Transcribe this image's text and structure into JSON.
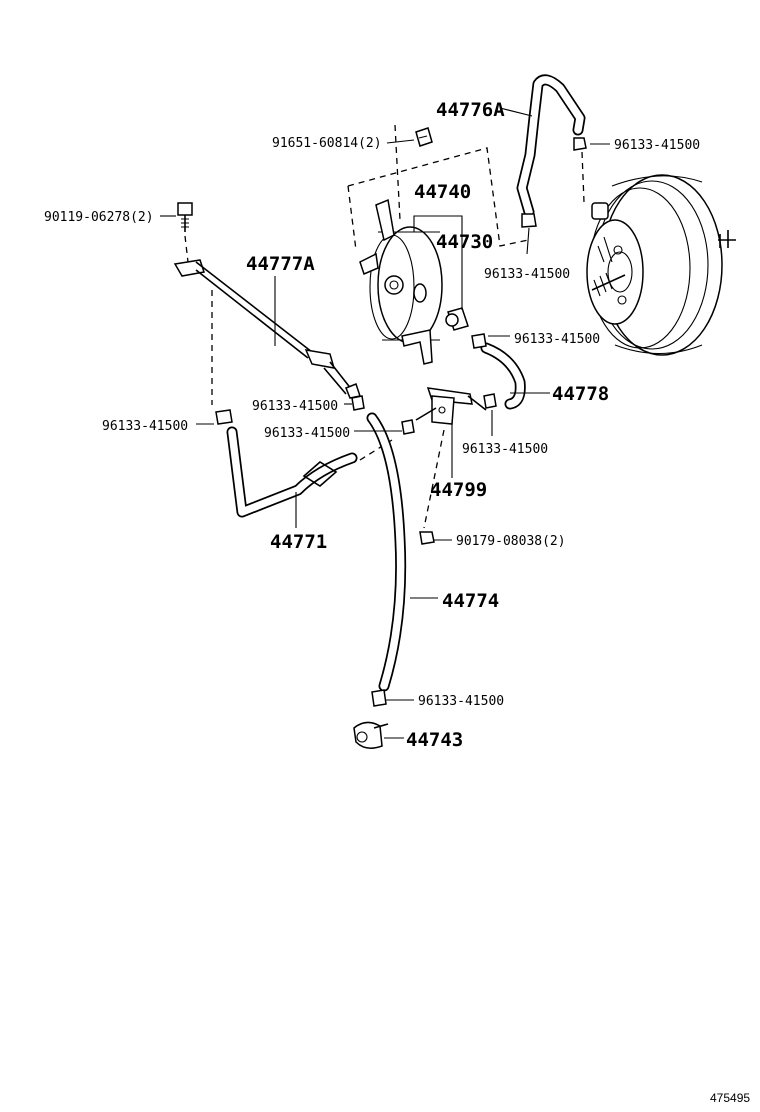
{
  "labels": {
    "p44776A": "44776A",
    "p91651": "91651-60814(2)",
    "p96133_top": "96133-41500",
    "p90119": "90119-06278(2)",
    "p44740": "44740",
    "p44730": "44730",
    "p96133_mid": "96133-41500",
    "p44777A": "44777A",
    "p96133_valve": "96133-41500",
    "p44778": "44778",
    "p96133_left1": "96133-41500",
    "p96133_left2": "96133-41500",
    "p96133_left3": "96133-41500",
    "p96133_right": "96133-41500",
    "p44799": "44799",
    "p44771": "44771",
    "p90179": "90179-08038(2)",
    "p44774": "44774",
    "p96133_bottom": "96133-41500",
    "p44743": "44743"
  },
  "reference_number": "475495"
}
